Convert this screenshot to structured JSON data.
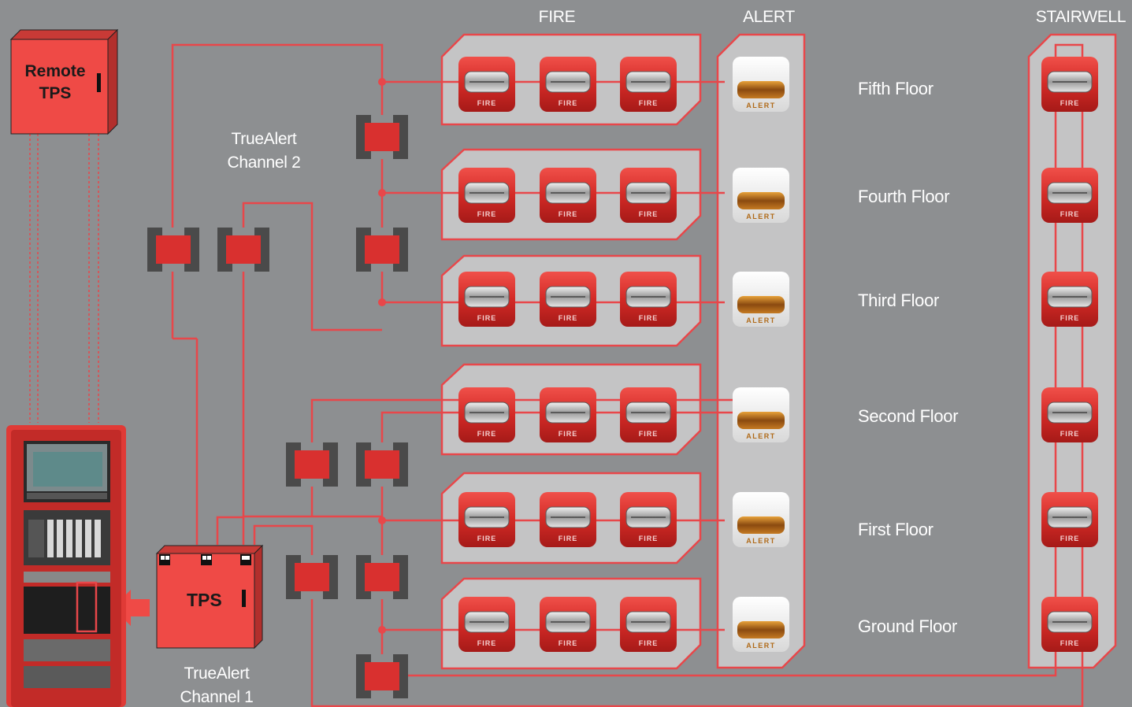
{
  "headers": {
    "fire": "FIRE",
    "alert": "ALERT",
    "stairwell": "STAIRWELL"
  },
  "remote_tps": {
    "line1": "Remote",
    "line2": "TPS"
  },
  "tps": {
    "label": "TPS"
  },
  "channel2": {
    "line1": "TrueAlert",
    "line2": "Channel 2"
  },
  "channel1": {
    "line1": "TrueAlert",
    "line2": "Channel 1"
  },
  "floors": [
    "Fifth Floor",
    "Fourth Floor",
    "Third Floor",
    "Second Floor",
    "First Floor",
    "Ground Floor"
  ],
  "device_labels": {
    "fire": "FIRE",
    "alert": "ALERT"
  },
  "colors": {
    "background": "#8d8f91",
    "wire": "#e8474a",
    "device_red": "#d9302f",
    "module_gray": "#4a4a4a"
  }
}
